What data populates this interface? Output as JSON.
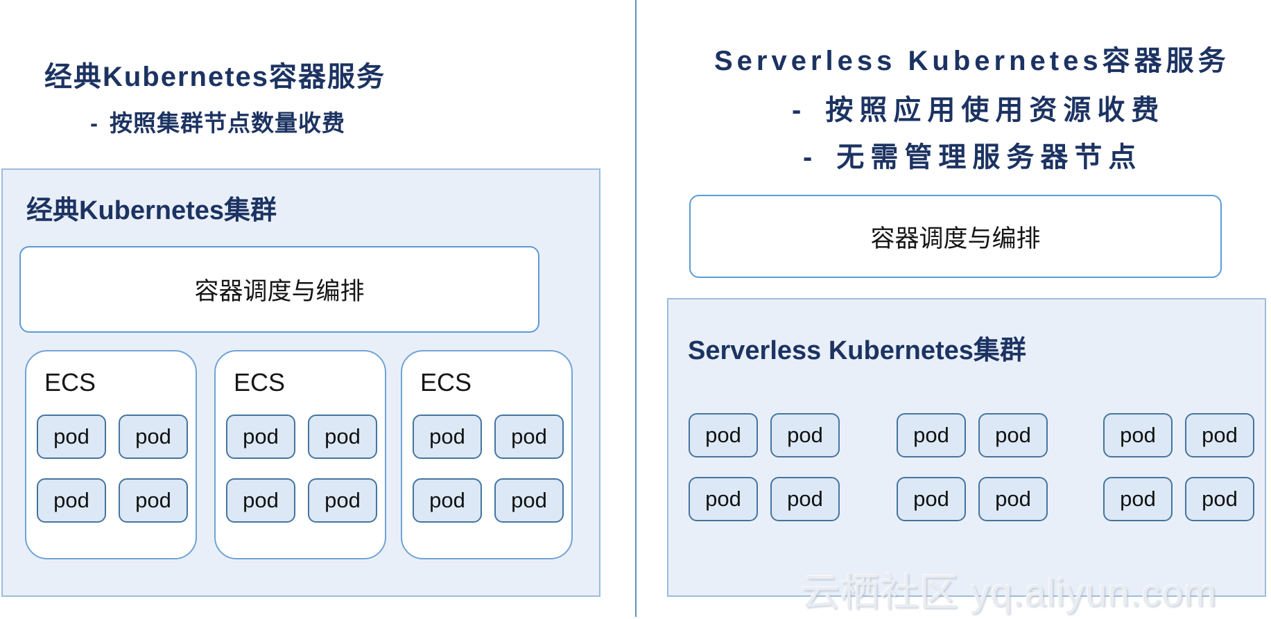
{
  "left": {
    "title": "经典Kubernetes容器服务",
    "bullet": {
      "dash": "-",
      "text": "按照集群节点数量收费"
    },
    "cluster_label": "经典Kubernetes集群",
    "scheduler": "容器调度与编排",
    "nodes": [
      {
        "label": "ECS",
        "pods": [
          "pod",
          "pod",
          "pod",
          "pod"
        ]
      },
      {
        "label": "ECS",
        "pods": [
          "pod",
          "pod",
          "pod",
          "pod"
        ]
      },
      {
        "label": "ECS",
        "pods": [
          "pod",
          "pod",
          "pod",
          "pod"
        ]
      }
    ]
  },
  "right": {
    "title": "Serverless Kubernetes容器服务",
    "bullets": [
      {
        "dash": "-",
        "text": "按照应用使用资源收费"
      },
      {
        "dash": "-",
        "text": "无需管理服务器节点"
      }
    ],
    "cluster_label": "Serverless Kubernetes集群",
    "scheduler": "容器调度与编排",
    "pod_groups": [
      [
        "pod",
        "pod",
        "pod",
        "pod"
      ],
      [
        "pod",
        "pod",
        "pod",
        "pod"
      ],
      [
        "pod",
        "pod",
        "pod",
        "pod"
      ]
    ]
  },
  "watermark": "云栖社区 yq.aliyun.com",
  "colors": {
    "navy_text": "#1c3362",
    "cluster_fill": "#e9eff8",
    "cluster_border": "#9cbcdc",
    "scheduler_border": "#5b9bd5",
    "ecs_border": "#6fa3d7",
    "pod_fill": "#dce8f5",
    "pod_border": "#44749f",
    "divider": "#5f93bd",
    "watermark_text": "#e9edf2"
  }
}
